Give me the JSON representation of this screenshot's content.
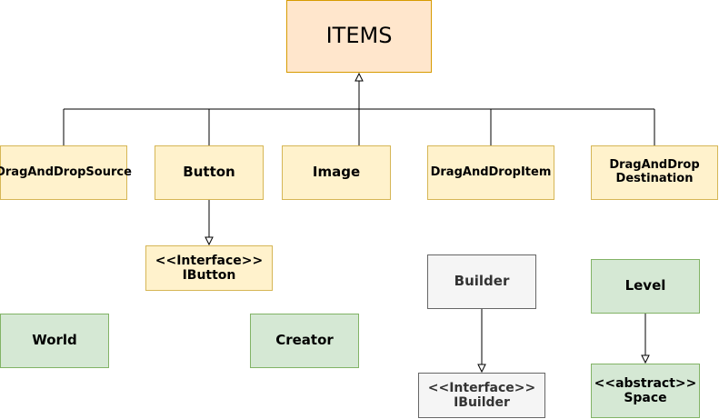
{
  "diagram": {
    "root": {
      "label": "ITEMS",
      "fill": "#FFE6CC",
      "stroke": "#D79B00"
    },
    "children": [
      {
        "id": "drag-and-drop-source",
        "label": "DragAndDropSource"
      },
      {
        "id": "button",
        "label": "Button"
      },
      {
        "id": "image",
        "label": "Image"
      },
      {
        "id": "drag-and-drop-item",
        "label": "DragAndDropItem"
      },
      {
        "id": "drag-and-drop-destination",
        "lines": [
          "DragAndDrop",
          "Destination"
        ]
      }
    ],
    "ibutton": {
      "lines": [
        "<<Interface>>",
        "IButton"
      ]
    },
    "world": {
      "label": "World"
    },
    "creator": {
      "label": "Creator"
    },
    "builder": {
      "label": "Builder"
    },
    "ibuilder": {
      "lines": [
        "<<Interface>>",
        "IBuilder"
      ]
    },
    "level": {
      "label": "Level"
    },
    "space": {
      "lines": [
        "<<abstract>>",
        "Space"
      ]
    },
    "colors": {
      "yellow_fill": "#FFF2CC",
      "yellow_stroke": "#D6B656",
      "green_fill": "#D5E8D4",
      "green_stroke": "#82B366",
      "gray_fill": "#F5F5F5",
      "gray_stroke": "#666666",
      "edge": "#000000"
    }
  }
}
